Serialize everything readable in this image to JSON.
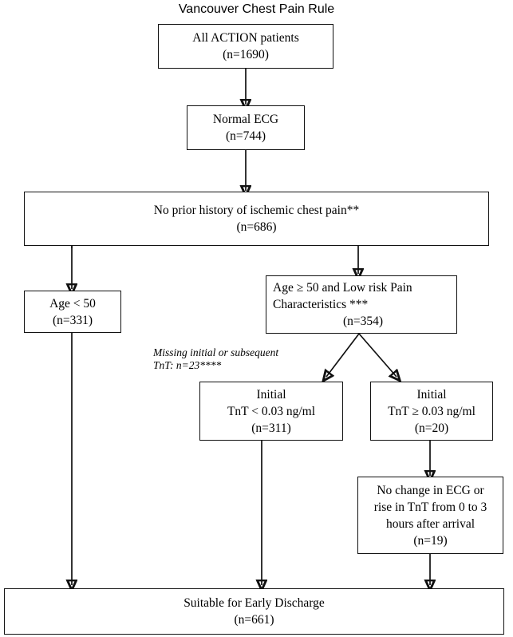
{
  "title": "Vancouver Chest Pain Rule",
  "theme": {
    "line_color": "#111111",
    "box_border": "#111111",
    "background": "#ffffff",
    "text_color": "#000000"
  },
  "nodes": {
    "all_patients": {
      "line1": "All ACTION patients",
      "count": "(n=1690)"
    },
    "normal_ecg": {
      "line1": "Normal ECG",
      "count": "(n=744)"
    },
    "no_prior": {
      "line1": "No prior history of ischemic chest pain**",
      "count": "(n=686)"
    },
    "age_lt_50": {
      "line1": "Age < 50",
      "count": "(n=331)"
    },
    "age_ge_50": {
      "line1": "Age ≥ 50 and Low risk Pain",
      "line2": "Characteristics ***",
      "count": "(n=354)"
    },
    "tnt_low": {
      "line1": "Initial",
      "line2": "TnT < 0.03 ng/ml",
      "count": "(n=311)"
    },
    "tnt_high": {
      "line1": "Initial",
      "line2": "TnT ≥ 0.03 ng/ml",
      "count": "(n=20)"
    },
    "no_change": {
      "line1": "No change in ECG or",
      "line2": "rise in TnT from 0 to 3",
      "line3": "hours after arrival",
      "count": "(n=19)"
    },
    "suitable": {
      "line1": "Suitable for Early Discharge",
      "count": "(n=661)"
    }
  },
  "annotations": {
    "missing_tnt_line1": "Missing initial or subsequent",
    "missing_tnt_line2": "TnT: n=23****"
  },
  "chart_data": {
    "type": "diagram",
    "title": "Vancouver Chest Pain Rule",
    "diagram_kind": "patient-flow-consort",
    "steps": [
      {
        "id": "all_patients",
        "label": "All ACTION patients",
        "n": 1690
      },
      {
        "id": "normal_ecg",
        "label": "Normal ECG",
        "n": 744
      },
      {
        "id": "no_prior",
        "label": "No prior history of ischemic chest pain**",
        "n": 686
      },
      {
        "id": "age_lt_50",
        "label": "Age < 50",
        "n": 331
      },
      {
        "id": "age_ge_50",
        "label": "Age ≥ 50 and Low risk Pain Characteristics ***",
        "n": 354
      },
      {
        "id": "tnt_low",
        "label": "Initial TnT < 0.03 ng/ml",
        "n": 311
      },
      {
        "id": "tnt_high",
        "label": "Initial TnT ≥ 0.03 ng/ml",
        "n": 20
      },
      {
        "id": "no_change",
        "label": "No change in ECG or rise in TnT from 0 to 3 hours after arrival",
        "n": 19
      },
      {
        "id": "suitable",
        "label": "Suitable for Early Discharge",
        "n": 661
      }
    ],
    "exclusions": [
      {
        "label": "Missing initial or subsequent TnT",
        "n": 23,
        "footnote": "****"
      }
    ],
    "edges": [
      {
        "from": "all_patients",
        "to": "normal_ecg"
      },
      {
        "from": "normal_ecg",
        "to": "no_prior"
      },
      {
        "from": "no_prior",
        "to": "age_lt_50"
      },
      {
        "from": "no_prior",
        "to": "age_ge_50"
      },
      {
        "from": "age_ge_50",
        "to": "tnt_low"
      },
      {
        "from": "age_ge_50",
        "to": "tnt_high"
      },
      {
        "from": "tnt_high",
        "to": "no_change"
      },
      {
        "from": "age_lt_50",
        "to": "suitable"
      },
      {
        "from": "tnt_low",
        "to": "suitable"
      },
      {
        "from": "no_change",
        "to": "suitable"
      }
    ]
  }
}
